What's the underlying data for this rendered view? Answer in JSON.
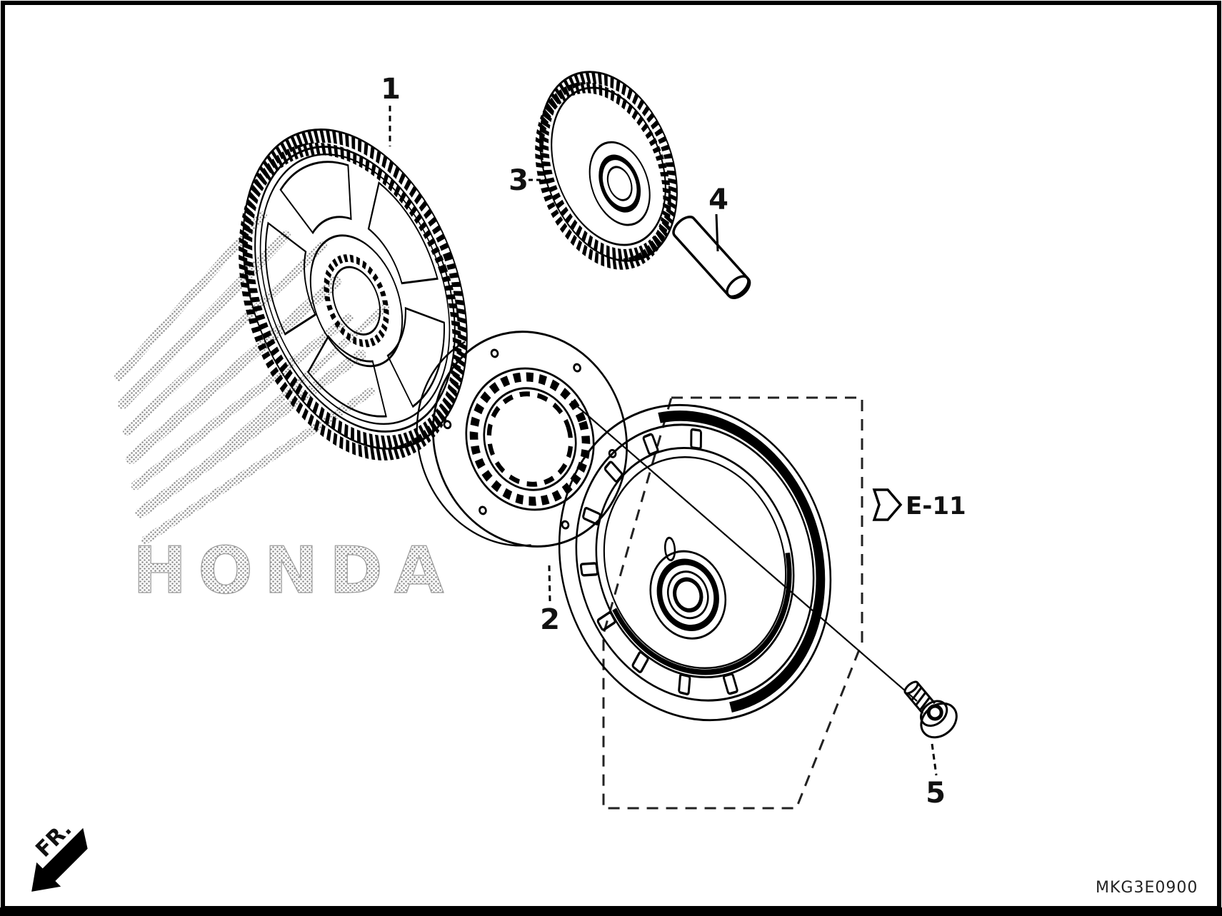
{
  "diagram": {
    "title_code": "MKG3E0900",
    "watermark": "HONDA",
    "direction_label": "FR.",
    "reference_label": "E-11",
    "part_labels": {
      "p1": "1",
      "p2": "2",
      "p3": "3",
      "p4": "4",
      "p5": "5"
    },
    "icons": {
      "e11_arrow": "right-pointing-outline-arrow",
      "fr_arrow": "solid-front-direction-arrow"
    },
    "colors": {
      "line": "#000000",
      "dash": "#222222",
      "halftone": "#8a8a8a",
      "background": "#ffffff"
    }
  }
}
